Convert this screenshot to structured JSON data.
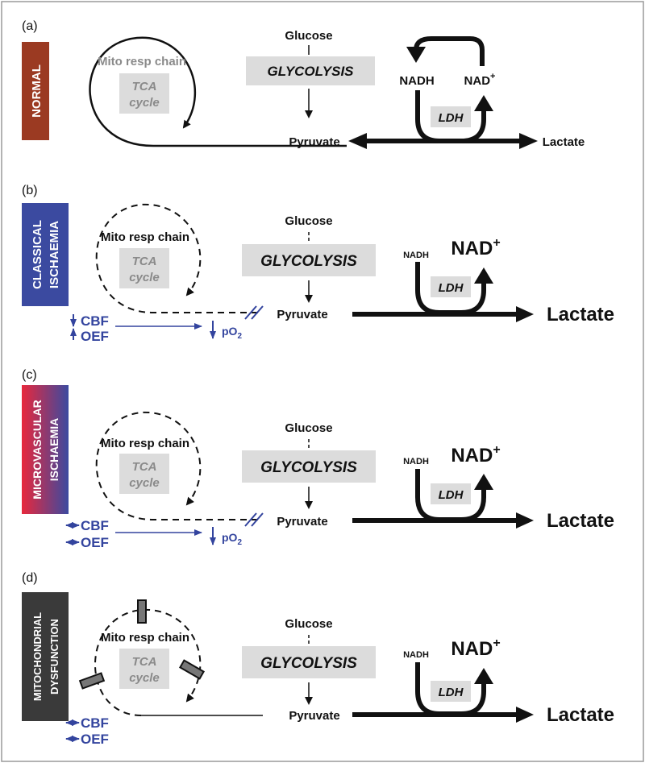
{
  "colors": {
    "normal_badge": "#9b3a22",
    "classical_badge": "#3b4aa0",
    "micro_badge_top": "#e8283c",
    "micro_badge_bottom": "#3b4aa0",
    "mito_badge": "#3a3a3a",
    "box_grey": "#dcdcdc",
    "blue": "#33449e",
    "black": "#111111"
  },
  "panels": [
    {
      "tag": "(a)",
      "badge": [
        "NORMAL"
      ],
      "mito": "Mito resp chain",
      "tca": [
        "TCA",
        "cycle"
      ],
      "glucose": "Glucose",
      "glycolysis": "GLYCOLYSIS",
      "pyruvate": "Pyruvate",
      "lactate": "Lactate",
      "ldh": "LDH",
      "nadh": "NADH",
      "nad": "NAD",
      "nad_sup": "+"
    },
    {
      "tag": "(b)",
      "badge": [
        "CLASSICAL",
        "ISCHAEMIA"
      ],
      "mito": "Mito resp chain",
      "tca": [
        "TCA",
        "cycle"
      ],
      "glucose": "Glucose",
      "glycolysis": "GLYCOLYSIS",
      "pyruvate": "Pyruvate",
      "lactate": "Lactate",
      "ldh": "LDH",
      "nadh": "NADH",
      "nad": "NAD",
      "nad_sup": "+",
      "cbf": "CBF",
      "oef": "OEF",
      "po2": "pO",
      "po2_sub": "2"
    },
    {
      "tag": "(c)",
      "badge": [
        "MICROVASCULAR",
        "ISCHAEMIA"
      ],
      "mito": "Mito resp chain",
      "tca": [
        "TCA",
        "cycle"
      ],
      "glucose": "Glucose",
      "glycolysis": "GLYCOLYSIS",
      "pyruvate": "Pyruvate",
      "lactate": "Lactate",
      "ldh": "LDH",
      "nadh": "NADH",
      "nad": "NAD",
      "nad_sup": "+",
      "cbf": "CBF",
      "oef": "OEF",
      "po2": "pO",
      "po2_sub": "2"
    },
    {
      "tag": "(d)",
      "badge": [
        "MITOCHONDRIAL",
        "DYSFUNCTION"
      ],
      "mito": "Mito resp chain",
      "tca": [
        "TCA",
        "cycle"
      ],
      "glucose": "Glucose",
      "glycolysis": "GLYCOLYSIS",
      "pyruvate": "Pyruvate",
      "lactate": "Lactate",
      "ldh": "LDH",
      "nadh": "NADH",
      "nad": "NAD",
      "nad_sup": "+",
      "cbf": "CBF",
      "oef": "OEF"
    }
  ]
}
